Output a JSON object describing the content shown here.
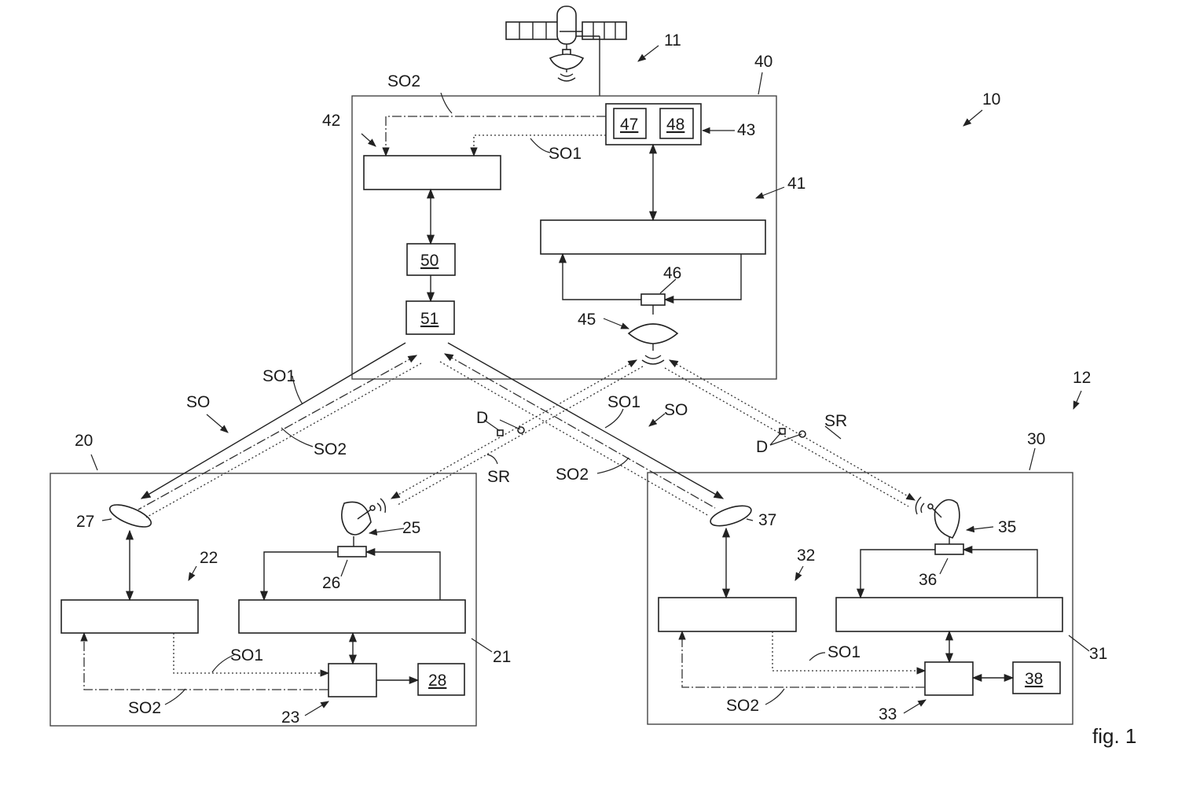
{
  "figure": {
    "caption": "fig. 1",
    "system_ref": "10",
    "satellite_ref": "11",
    "ground_ref": "12"
  },
  "hub": {
    "ref": "40",
    "block_left_ref": "42",
    "block_right_ref": "41",
    "control_unit_ref": "43",
    "sub_a": "47",
    "sub_b": "48",
    "box_a": "50",
    "box_b": "51",
    "antenna_ref": "45",
    "converter_ref": "46"
  },
  "station_left": {
    "ref": "20",
    "block_left_ref": "22",
    "block_right_ref": "21",
    "controller_ref": "23",
    "storage": "28",
    "antenna_ref": "25",
    "converter_ref": "26",
    "optical_ref": "27"
  },
  "station_right": {
    "ref": "30",
    "block_left_ref": "32",
    "block_right_ref": "31",
    "controller_ref": "33",
    "storage": "38",
    "antenna_ref": "35",
    "converter_ref": "36",
    "optical_ref": "37"
  },
  "signals": {
    "so": "SO",
    "so1": "SO1",
    "so2": "SO2",
    "sr": "SR",
    "d": "D"
  }
}
